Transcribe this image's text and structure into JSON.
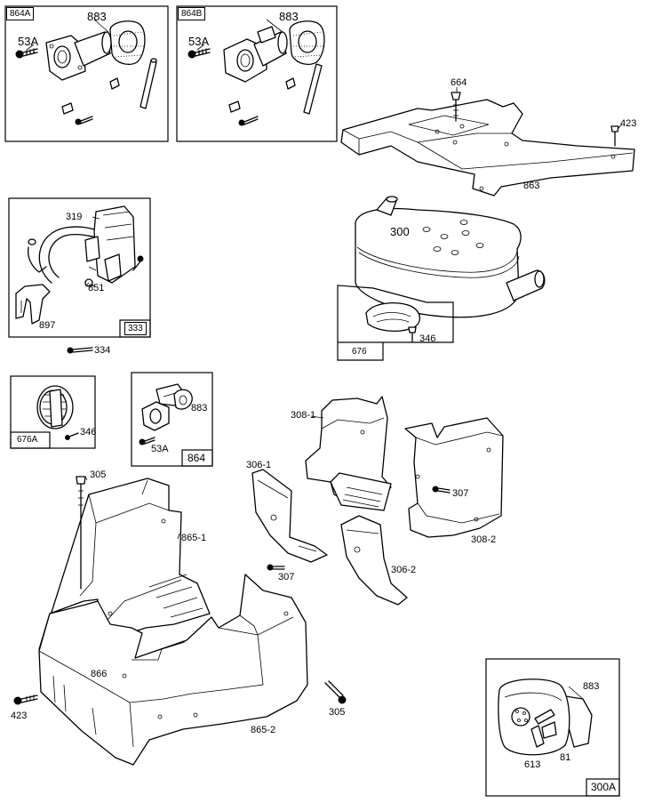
{
  "panels": {
    "box_864a": "864A",
    "box_864b": "864B",
    "box_333": "333",
    "box_676": "676",
    "box_676a": "676A",
    "box_864": "864",
    "box_300a": "300A"
  },
  "labels": {
    "p883_a": "883",
    "p53a_a": "53A",
    "p883_b": "883",
    "p53a_b": "53A",
    "p664": "664",
    "p423_top": "423",
    "p863": "863",
    "p319": "319",
    "p851": "851",
    "p897": "897",
    "p334": "334",
    "p300": "300",
    "p346_a": "346",
    "p346_b": "346",
    "p883_c": "883",
    "p53a_c": "53A",
    "p308_1": "308-1",
    "p307_a": "307",
    "p308_2": "308-2",
    "p306_1": "306-1",
    "p306_2": "306-2",
    "p307_b": "307",
    "p305_a": "305",
    "p865_1": "865-1",
    "p866": "866",
    "p423_bot": "423",
    "p305_b": "305",
    "p865_2": "865-2",
    "p883_d": "883",
    "p613": "613",
    "p81": "81"
  }
}
